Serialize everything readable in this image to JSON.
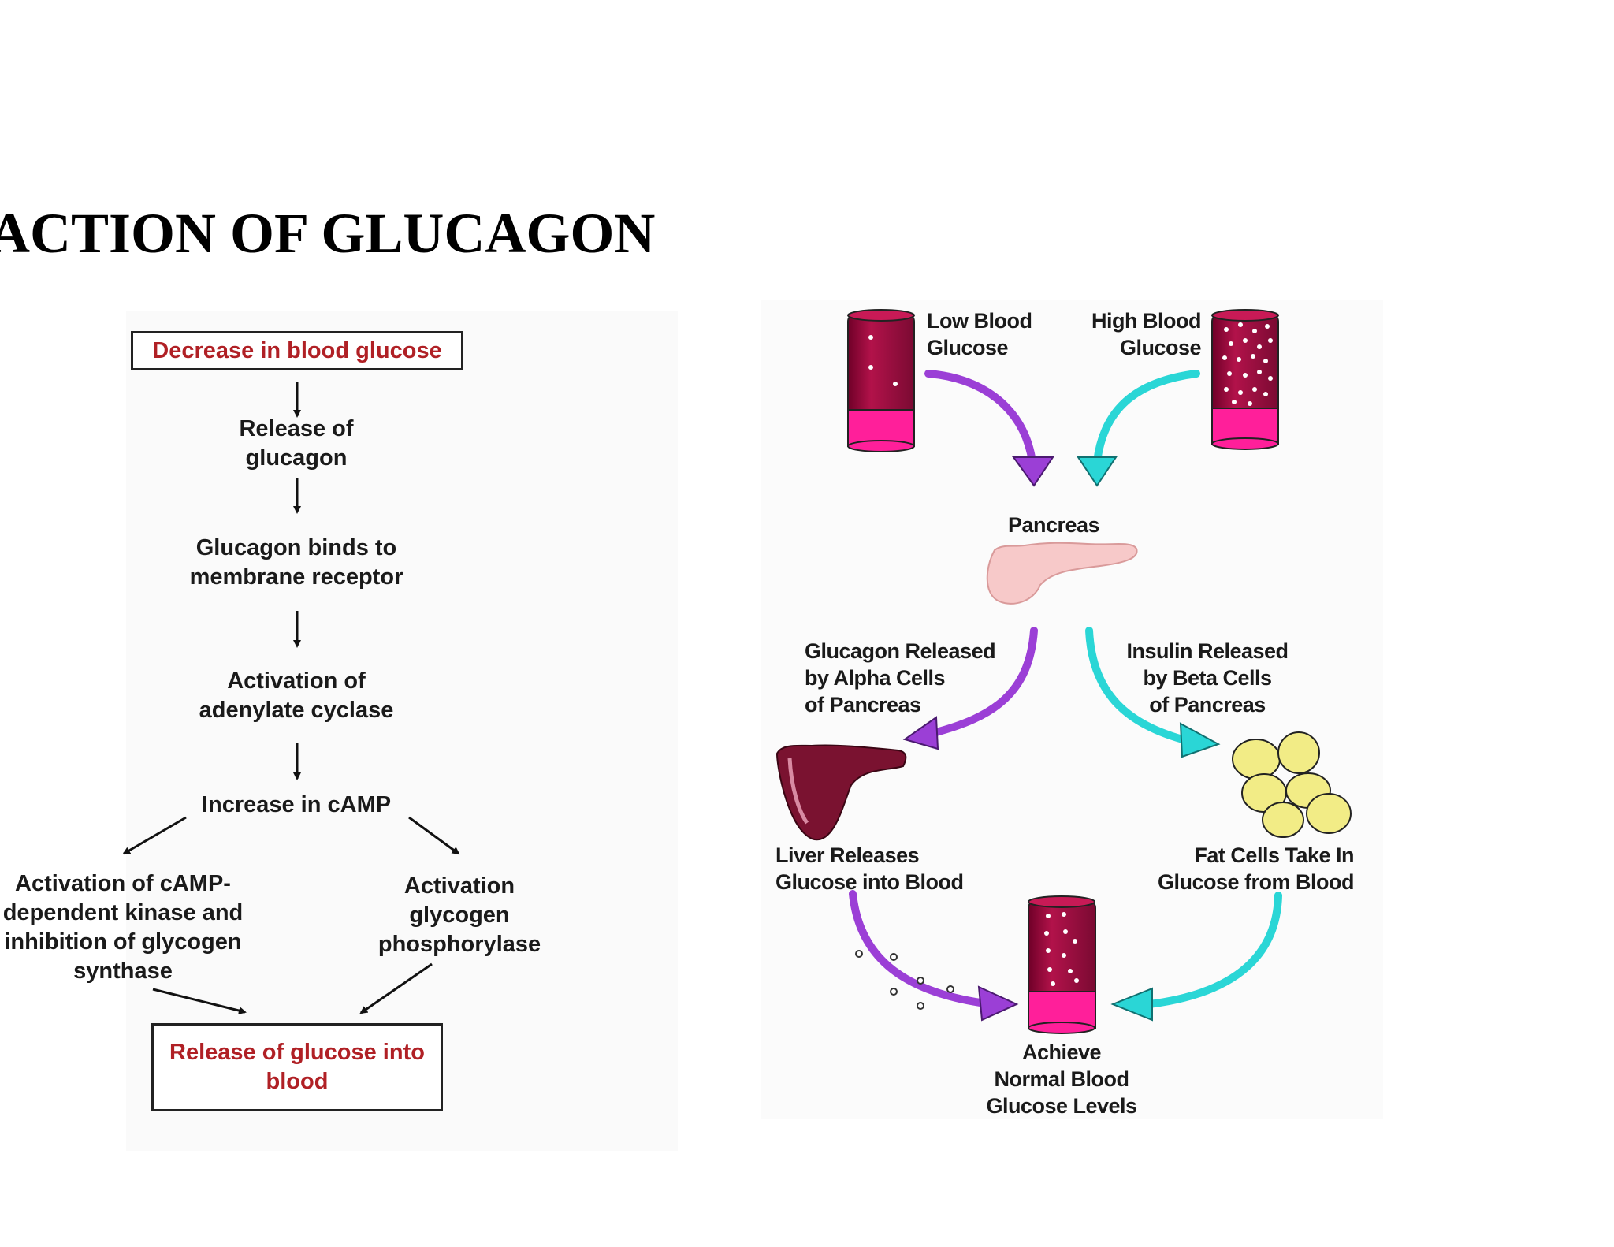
{
  "title": "ACTION OF GLUCAGON",
  "flowchart": {
    "top_box": "Decrease in blood glucose",
    "step1": [
      "Release of",
      "glucagon"
    ],
    "step2": [
      "Glucagon binds to",
      "membrane receptor"
    ],
    "step3": [
      "Activation of",
      "adenylate cyclase"
    ],
    "step4": "Increase in cAMP",
    "left_branch": [
      "Activation of cAMP-",
      "dependent kinase and",
      "inhibition of glycogen",
      "synthase"
    ],
    "right_branch": [
      "Activation",
      "glycogen",
      "phosphorylase"
    ],
    "bottom_box": [
      "Release of glucose into",
      "blood"
    ]
  },
  "cycle": {
    "low_blood": [
      "Low Blood",
      "Glucose"
    ],
    "high_blood": [
      "High Blood",
      "Glucose"
    ],
    "pancreas": "Pancreas",
    "glucagon_released": [
      "Glucagon Released",
      "by Alpha Cells",
      "of Pancreas"
    ],
    "insulin_released": [
      "Insulin Released",
      "by Beta Cells",
      "of Pancreas"
    ],
    "liver": [
      "Liver Releases",
      "Glucose into Blood"
    ],
    "fat": [
      "Fat Cells Take In",
      "Glucose from Blood"
    ],
    "normal": [
      "Achieve",
      "Normal Blood",
      "Glucose Levels"
    ]
  },
  "colors": {
    "title": "#000000",
    "box_text": "#b02025",
    "glucagon_arrow": "#9b3fd6",
    "insulin_arrow": "#2ad6d6",
    "tube_dark": "#9a0a3c",
    "tube_light": "#ff1f9a",
    "liver": "#7a1230",
    "fat_cell": "#f2ec86",
    "pancreas": "#f7c9c9"
  }
}
